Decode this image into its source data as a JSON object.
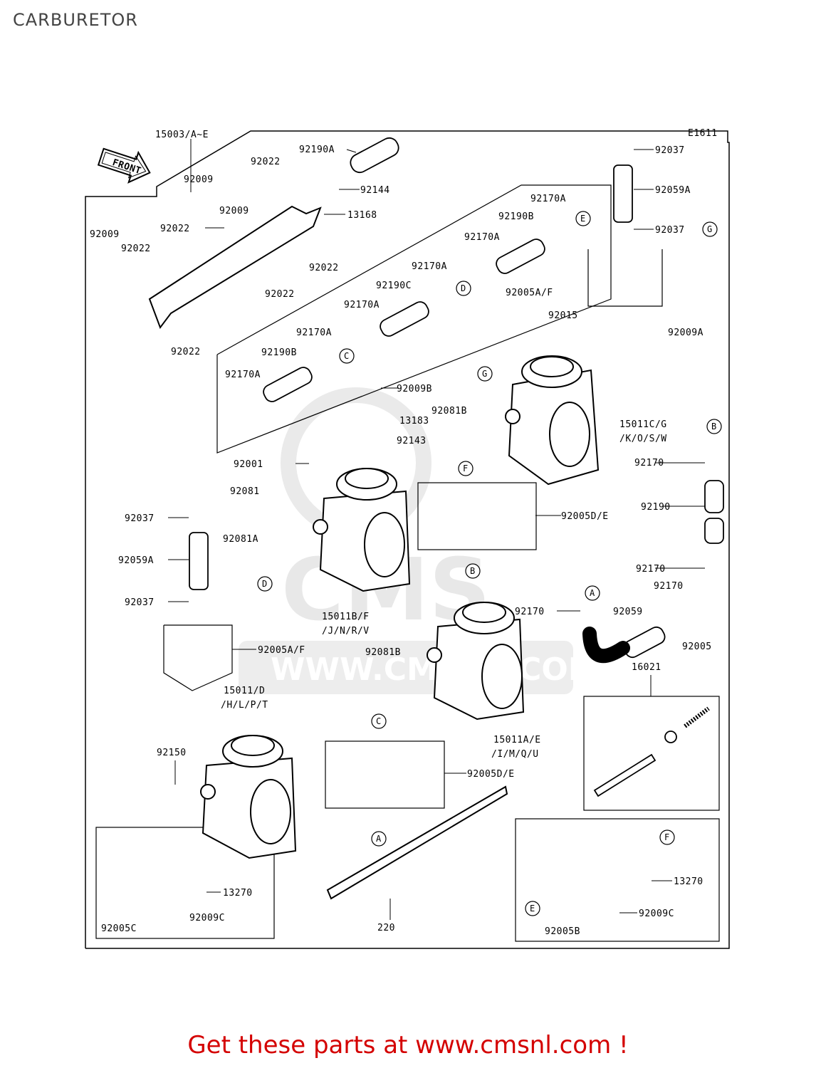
{
  "page": {
    "title": "CARBURETOR",
    "diagram_code": "E1611"
  },
  "footer": {
    "text": "Get these parts at www.cmsnl.com !",
    "color": "#d40000"
  },
  "watermark": {
    "logo": "CMS",
    "url": "WWW.CMSNL.COM"
  },
  "front_arrow": {
    "label": "FRONT"
  },
  "callouts": [
    "A",
    "B",
    "C",
    "D",
    "E",
    "F",
    "G"
  ],
  "parts": {
    "p15003": "15003/A~E",
    "p92190a_top": "92190A",
    "p92144": "92144",
    "p92022_a": "92022",
    "p92009_a": "92009",
    "p92009_b": "92009",
    "p92022_b": "92022",
    "p13168": "13168",
    "p92009_c": "92009",
    "p92022_c": "92022",
    "p92022_d": "92022",
    "p92022_e": "92022",
    "p92022_f": "92022",
    "p92037_a": "92037",
    "p92059a_a": "92059A",
    "p92037_b": "92037",
    "p92170a_1": "92170A",
    "p92190b_1": "92190B",
    "p92170a_2": "92170A",
    "p92170a_3": "92170A",
    "p92190c": "92190C",
    "p92170a_4": "92170A",
    "p92170a_5": "92170A",
    "p92190b_2": "92190B",
    "p92170a_6": "92170A",
    "p92005af_a": "92005A/F",
    "p92015": "92015",
    "p92009a": "92009A",
    "p92009b": "92009B",
    "p13183": "13183",
    "p92081b_a": "92081B",
    "p92143": "92143",
    "p15011cg_1": "15011C/G",
    "p15011cg_2": "/K/O/S/W",
    "p92001": "92001",
    "p92170_a": "92170",
    "p92081": "92081",
    "p92190": "92190",
    "p92005de_a": "92005D/E",
    "p92037_c": "92037",
    "p92081a": "92081A",
    "p92059a_b": "92059A",
    "p92170_b": "92170",
    "p92037_d": "92037",
    "p92170_c": "92170",
    "p15011bf_1": "15011B/F",
    "p15011bf_2": "/J/N/R/V",
    "p92170_d": "92170",
    "p92059": "92059",
    "p92005": "92005",
    "p92005af_b": "92005A/F",
    "p92081b_b": "92081B",
    "p16021": "16021",
    "p15011d_1": "15011/D",
    "p15011d_2": "/H/L/P/T",
    "p15011ae_1": "15011A/E",
    "p15011ae_2": "/I/M/Q/U",
    "p92150": "92150",
    "p92005de_b": "92005D/E",
    "p13270_a": "13270",
    "p92009c_a": "92009C",
    "p92005c": "92005C",
    "p220": "220",
    "p13270_b": "13270",
    "p92009c_b": "92009C",
    "p92005b": "92005B"
  }
}
